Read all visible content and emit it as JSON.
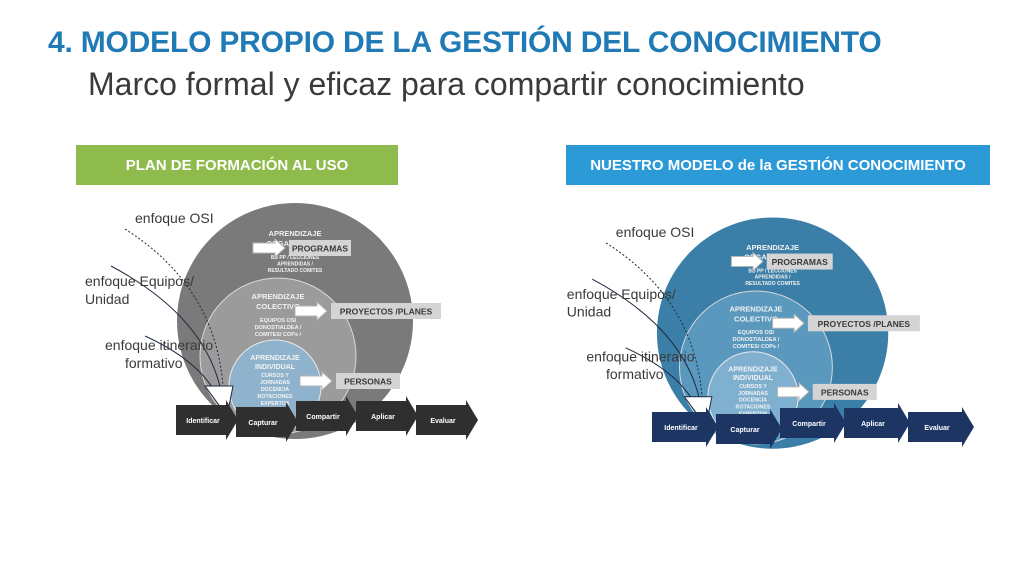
{
  "slide": {
    "title": "4. MODELO PROPIO DE LA GESTIÓN DEL CONOCIMIENTO",
    "subtitle": "Marco formal y eficaz para compartir conocimiento"
  },
  "banners": {
    "left": "PLAN DE FORMACIÓN AL USO",
    "right": "NUESTRO MODELO de la GESTIÓN CONOCIMIENTO"
  },
  "colors": {
    "title": "#1f7ab6",
    "banner_left": "#8fbb4d",
    "banner_right": "#2d9ad8",
    "left_outer": "#7a7a7a",
    "left_middle": "#9b9b9b",
    "left_inner": "#8fb3cc",
    "left_arrows": "#2f2f2f",
    "right_outer": "#3b7ea8",
    "right_middle": "#5a98be",
    "right_inner": "#7fb0cf",
    "right_arrows": "#1c3563",
    "label_arrow": "#b5b5b5"
  },
  "diagram": {
    "enfoques": [
      "enfoque OSI",
      "enfoque Equipos/",
      "Unidad",
      "enfoque itinerario",
      "formativo"
    ],
    "circles": {
      "outer_title": [
        "APRENDIZAJE",
        "ORGANIZATIVO"
      ],
      "outer_detail": [
        "BB PP / LECCIONES",
        "APRENDIDAS /",
        "RESULTADO COMITES"
      ],
      "middle_title": [
        "APRENDIZAJE",
        "COLECTIVO"
      ],
      "middle_detail": [
        "EQUIPOS OSI",
        "DONOSTIALDEA /",
        "COMITES/ COPs /"
      ],
      "inner_title": [
        "APRENDIZAJE",
        "INDIVIDUAL"
      ],
      "inner_detail": [
        "CURSOS Y",
        "JORNADAS",
        "DOCENCIA",
        "ROTACIONES",
        "EXPERTOS"
      ]
    },
    "labels": [
      "PROGRAMAS",
      "PROYECTOS /PLANES",
      "PERSONAS"
    ],
    "process": [
      "Identificar",
      "Capturar",
      "Compartir",
      "Aplicar",
      "Evaluar"
    ]
  }
}
